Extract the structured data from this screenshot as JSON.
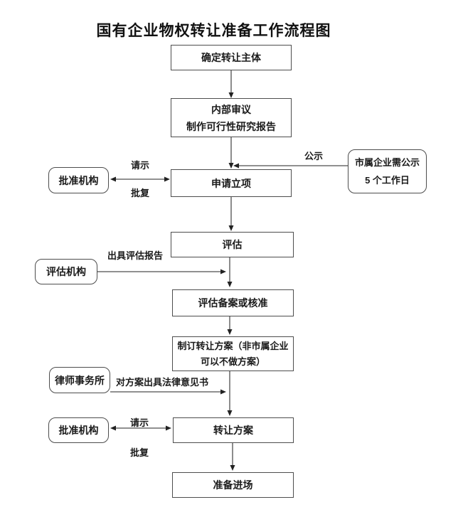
{
  "title": "国有企业物权转让准备工作流程图",
  "flowchart": {
    "steps": {
      "step1": {
        "label": "确定转让主体"
      },
      "step2": {
        "line1": "内部审议",
        "line2": "制作可行性研究报告"
      },
      "step3": {
        "label": "申请立项"
      },
      "step4": {
        "label": "评估"
      },
      "step5": {
        "label": "评估备案或核准"
      },
      "step6": {
        "line1": "制订转让方案（非市属企业",
        "line2": "可以不做方案）"
      },
      "step7": {
        "label": "转让方案"
      },
      "step8": {
        "label": "准备进场"
      }
    },
    "side_nodes": {
      "approval_agency_top": {
        "label": "批准机构"
      },
      "public_notice": {
        "line1": "市属企业需公示",
        "line2": "5 个工作日"
      },
      "evaluation_agency": {
        "label": "评估机构"
      },
      "law_firm": {
        "label": "律师事务所"
      },
      "approval_agency_bottom": {
        "label": "批准机构"
      }
    },
    "edge_labels": {
      "request_top": "请示",
      "reply_top": "批复",
      "public_notice": "公示",
      "evaluation_report": "出具评估报告",
      "legal_opinion": "对方案出具法律意见书",
      "request_bottom": "请示",
      "reply_bottom": "批复"
    },
    "colors": {
      "line": "#4d4d4d",
      "text": "#1a1a1a",
      "background": "#ffffff"
    }
  }
}
